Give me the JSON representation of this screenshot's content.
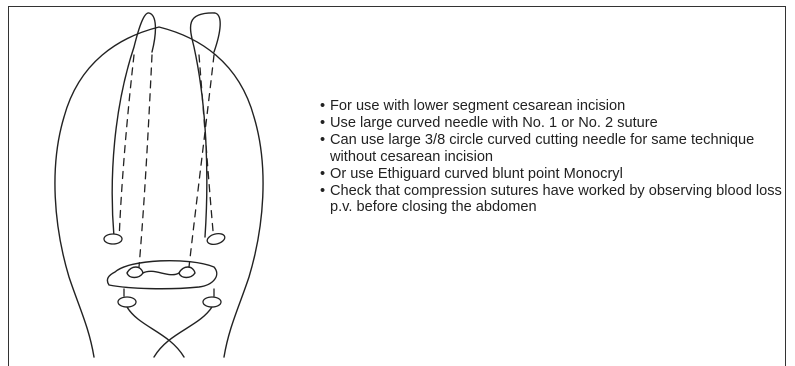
{
  "notes": {
    "items": [
      {
        "bullet": "•",
        "text": "For use with lower segment cesarean incision"
      },
      {
        "bullet": "•",
        "text": "Use large curved needle with No. 1 or No. 2 suture"
      },
      {
        "bullet": "•",
        "text": "Can use large 3/8 circle curved cutting needle for same technique without cesarean incision"
      },
      {
        "bullet": "•",
        "text": "Or use Ethiguard curved blunt point Monocryl"
      },
      {
        "bullet": "•",
        "text": "Check that compression sutures have worked by observing blood loss p.v. before closing the abdomen"
      }
    ]
  },
  "colors": {
    "line": "#222222",
    "background": "#ffffff",
    "border": "#333333"
  }
}
